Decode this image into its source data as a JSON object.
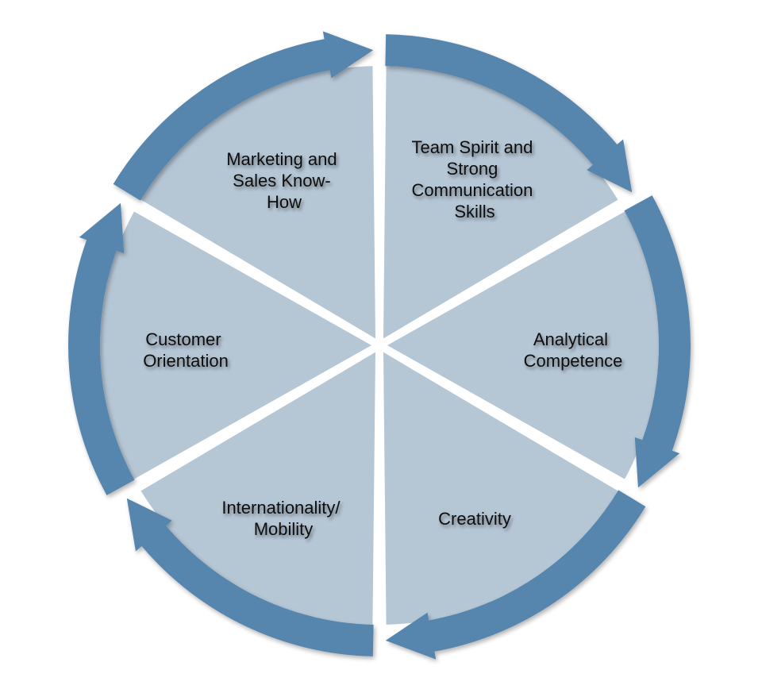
{
  "colors": {
    "ring": "#5685ae",
    "sector": "#b5c6d5",
    "gap": "#ffffff",
    "text": "#111111"
  },
  "segments": [
    {
      "key": "team",
      "lines": [
        "Team Spirit and",
        "Strong",
        "Communication",
        "Skills"
      ]
    },
    {
      "key": "analytical",
      "lines": [
        "Analytical",
        "Competence"
      ]
    },
    {
      "key": "creativity",
      "lines": [
        "Creativity"
      ]
    },
    {
      "key": "international",
      "lines": [
        "Internationality/",
        "Mobility"
      ]
    },
    {
      "key": "customer",
      "lines": [
        "Customer",
        "Orientation"
      ]
    },
    {
      "key": "marketing",
      "lines": [
        "Marketing and",
        "Sales Know-",
        "How"
      ]
    }
  ],
  "flow_direction": "clockwise"
}
